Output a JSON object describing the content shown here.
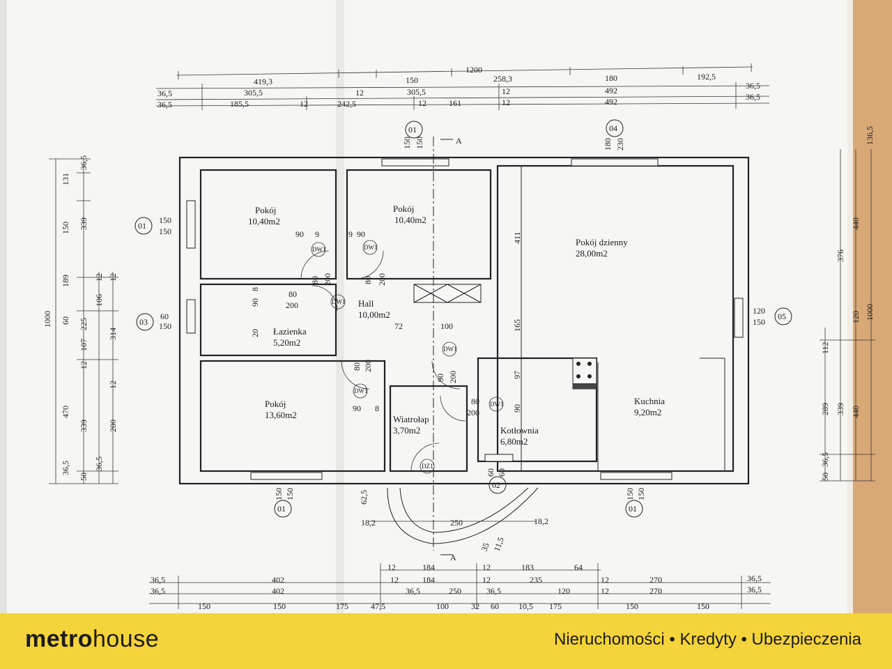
{
  "plan": {
    "rooms": [
      {
        "name": "Pokój",
        "area": "10,40m2"
      },
      {
        "name": "Pokój",
        "area": "10,40m2"
      },
      {
        "name": "Pokój dzienny",
        "area": "28,00m2"
      },
      {
        "name": "Hall",
        "area": "10,00m2"
      },
      {
        "name": "Łazienka",
        "area": "5,20m2"
      },
      {
        "name": "Pokój",
        "area": "13,60m2"
      },
      {
        "name": "Wiatrołap",
        "area": "3,70m2"
      },
      {
        "name": "Kotłownia",
        "area": "6,80m2"
      },
      {
        "name": "Kuchnia",
        "area": "9,20m2"
      }
    ],
    "window_tags": [
      "01",
      "01",
      "04",
      "03",
      "05",
      "01",
      "02",
      "01"
    ],
    "section_marks": [
      "A",
      "A"
    ],
    "door_tags": [
      "DW1",
      "DW1",
      "DW1",
      "DW1",
      "DW1",
      "DW1",
      "DZ1"
    ],
    "top_dimensions": [
      [
        "1200"
      ],
      [
        "419,3",
        "150",
        "258,3",
        "180",
        "192,5"
      ],
      [
        "36,5",
        "305,5",
        "12",
        "305,5",
        "12",
        "492",
        "36,5"
      ],
      [
        "36,5",
        "185,5",
        "12",
        "242,5",
        "12",
        "161",
        "12",
        "492",
        "36,5"
      ]
    ],
    "bottom_dimensions": [
      [
        "12",
        "184",
        "12",
        "183",
        "64"
      ],
      [
        "36,5",
        "402",
        "12",
        "184",
        "12",
        "235",
        "12",
        "270",
        "36,5"
      ],
      [
        "36,5",
        "402",
        "36,5",
        "250",
        "36,5",
        "120",
        "12",
        "270",
        "36,5"
      ],
      [
        "150",
        "150",
        "175",
        "47,5",
        "100",
        "32",
        "60",
        "10,5",
        "175",
        "150",
        "150"
      ]
    ],
    "left_dimensions": [
      [
        "1000"
      ],
      [
        "36,5",
        "131",
        "150",
        "189",
        "60",
        "225",
        "107",
        "12",
        "339",
        "470",
        "36,5",
        "50"
      ],
      [
        "339",
        "12",
        "106",
        "12",
        "314",
        "12",
        "200",
        "36,5"
      ]
    ],
    "right_dimensions": [
      [
        "136,5",
        "440",
        "376",
        "120",
        "1000",
        "112",
        "289",
        "339",
        "440",
        "36,5",
        "50"
      ]
    ],
    "inner_dimensions": [
      "150",
      "150",
      "60",
      "150",
      "150",
      "150",
      "180",
      "230",
      "120",
      "150",
      "90",
      "9",
      "9",
      "90",
      "80",
      "200",
      "80",
      "200",
      "90",
      "8",
      "80",
      "200",
      "20",
      "72",
      "100",
      "411",
      "165",
      "97",
      "90",
      "80",
      "200",
      "80",
      "200",
      "90",
      "200",
      "90",
      "8",
      "60",
      "60",
      "150",
      "150",
      "150",
      "150",
      "62,5",
      "18,2",
      "250",
      "18,2",
      "35",
      "11,5"
    ]
  },
  "footer": {
    "logo_bold": "metro",
    "logo_light": "house",
    "tagline": "Nieruchomości • Kredyty • Ubezpieczenia"
  },
  "colors": {
    "footer_bg": "#f5d33a",
    "paper": "#f6f6f4",
    "lines": "#222222"
  }
}
